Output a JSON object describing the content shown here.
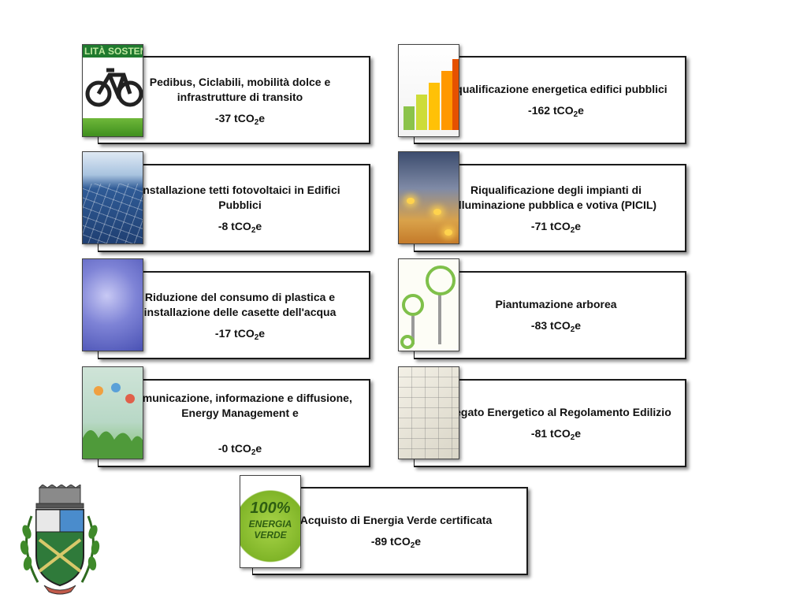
{
  "colors": {
    "border": "#1a1a1a",
    "text": "#111111"
  },
  "cards": [
    {
      "title": "Pedibus, Ciclabili, mobilità dolce e infrastrutture di transito",
      "value": "-37 tCO",
      "suffix": "e",
      "image": "bike-sign-icon",
      "image_text": "LITÀ SOSTEN"
    },
    {
      "title": "Riqualificazione energetica edifici pubblici",
      "value": "-162 tCO",
      "suffix": "e",
      "image": "energy-rating-icon"
    },
    {
      "title": "Installazione tetti fotovoltaici in Edifici Pubblici",
      "value": "-8 tCO",
      "suffix": "e",
      "image": "solar-panel-icon"
    },
    {
      "title": "Riqualificazione degli impianti di illuminazione pubblica e votiva (PICIL)",
      "value": "-71 tCO",
      "suffix": "e",
      "image": "street-light-icon"
    },
    {
      "title": "Riduzione del consumo di plastica e installazione delle casette dell'acqua",
      "value": "-17 tCO",
      "suffix": "e",
      "image": "bottles-icon"
    },
    {
      "title": "Piantumazione arborea",
      "value": "-83 tCO",
      "suffix": "e",
      "image": "trees-icon"
    },
    {
      "title": "Comunicazione, informazione e diffusione, Energy Management e",
      "value": "-0 tCO",
      "suffix": "e",
      "image": "communication-icon"
    },
    {
      "title": "Allegato Energetico al Regolamento Edilizio",
      "value": "-81 tCO",
      "suffix": "e",
      "image": "blueprint-icon"
    },
    {
      "title": "Acquisto di Energia Verde certificata",
      "value": "-89 tCO",
      "suffix": "e",
      "image": "green-energy-icon",
      "image_text": [
        "100%",
        "ENERGIA",
        "VERDE"
      ]
    }
  ],
  "subscript": "2",
  "crest": "coat-of-arms-icon"
}
